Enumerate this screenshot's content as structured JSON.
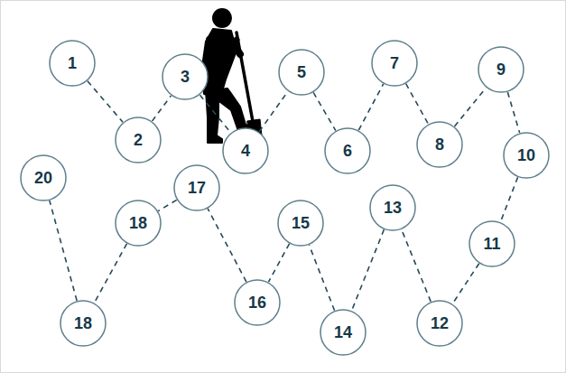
{
  "diagram": {
    "nodes": [
      {
        "text": [
          "1"
        ]
      },
      {
        "text": [
          "2"
        ]
      },
      {
        "text": [
          "3"
        ]
      },
      {
        "text": [
          "4"
        ]
      },
      {
        "text": [
          "5"
        ]
      },
      {
        "text": [
          "6"
        ]
      },
      {
        "text": [
          "7"
        ]
      },
      {
        "text": [
          "8"
        ]
      },
      {
        "text": [
          "9"
        ]
      },
      {
        "text": [
          "10"
        ]
      },
      {
        "text": [
          "11"
        ]
      },
      {
        "text": [
          "12"
        ]
      },
      {
        "text": [
          "13"
        ]
      },
      {
        "text": [
          "14"
        ]
      },
      {
        "text": [
          "15"
        ]
      },
      {
        "text": [
          "16"
        ]
      },
      {
        "text": [
          "17"
        ]
      },
      {
        "text": [
          "18"
        ]
      },
      {
        "text": [
          "18"
        ]
      },
      {
        "text": [
          "20"
        ]
      }
    ],
    "edges": [
      {
        "from": 0,
        "to": 1,
        "arrow": "none"
      },
      {
        "from": 1,
        "to": 2,
        "arrow": "none"
      },
      {
        "from": 2,
        "to": 3,
        "arrow": "none"
      },
      {
        "from": 3,
        "to": 4,
        "arrow": "none"
      },
      {
        "from": 4,
        "to": 5,
        "arrow": "none"
      },
      {
        "from": 5,
        "to": 6,
        "arrow": "none"
      },
      {
        "from": 6,
        "to": 7,
        "arrow": "none"
      },
      {
        "from": 7,
        "to": 8,
        "arrow": "none"
      },
      {
        "from": 8,
        "to": 9,
        "arrow": "none"
      },
      {
        "from": 9,
        "to": 10,
        "arrow": "none"
      },
      {
        "from": 10,
        "to": 11,
        "arrow": "none"
      },
      {
        "from": 11,
        "to": 12,
        "arrow": "none"
      },
      {
        "from": 12,
        "to": 13,
        "arrow": "none"
      },
      {
        "from": 13,
        "to": 14,
        "arrow": "none"
      },
      {
        "from": 14,
        "to": 15,
        "arrow": "none"
      },
      {
        "from": 15,
        "to": 16,
        "arrow": "none"
      },
      {
        "from": 16,
        "to": 17,
        "arrow": "none"
      },
      {
        "from": 17,
        "to": 18,
        "arrow": "none"
      },
      {
        "from": 18,
        "to": 19,
        "arrow": "none"
      }
    ]
  }
}
